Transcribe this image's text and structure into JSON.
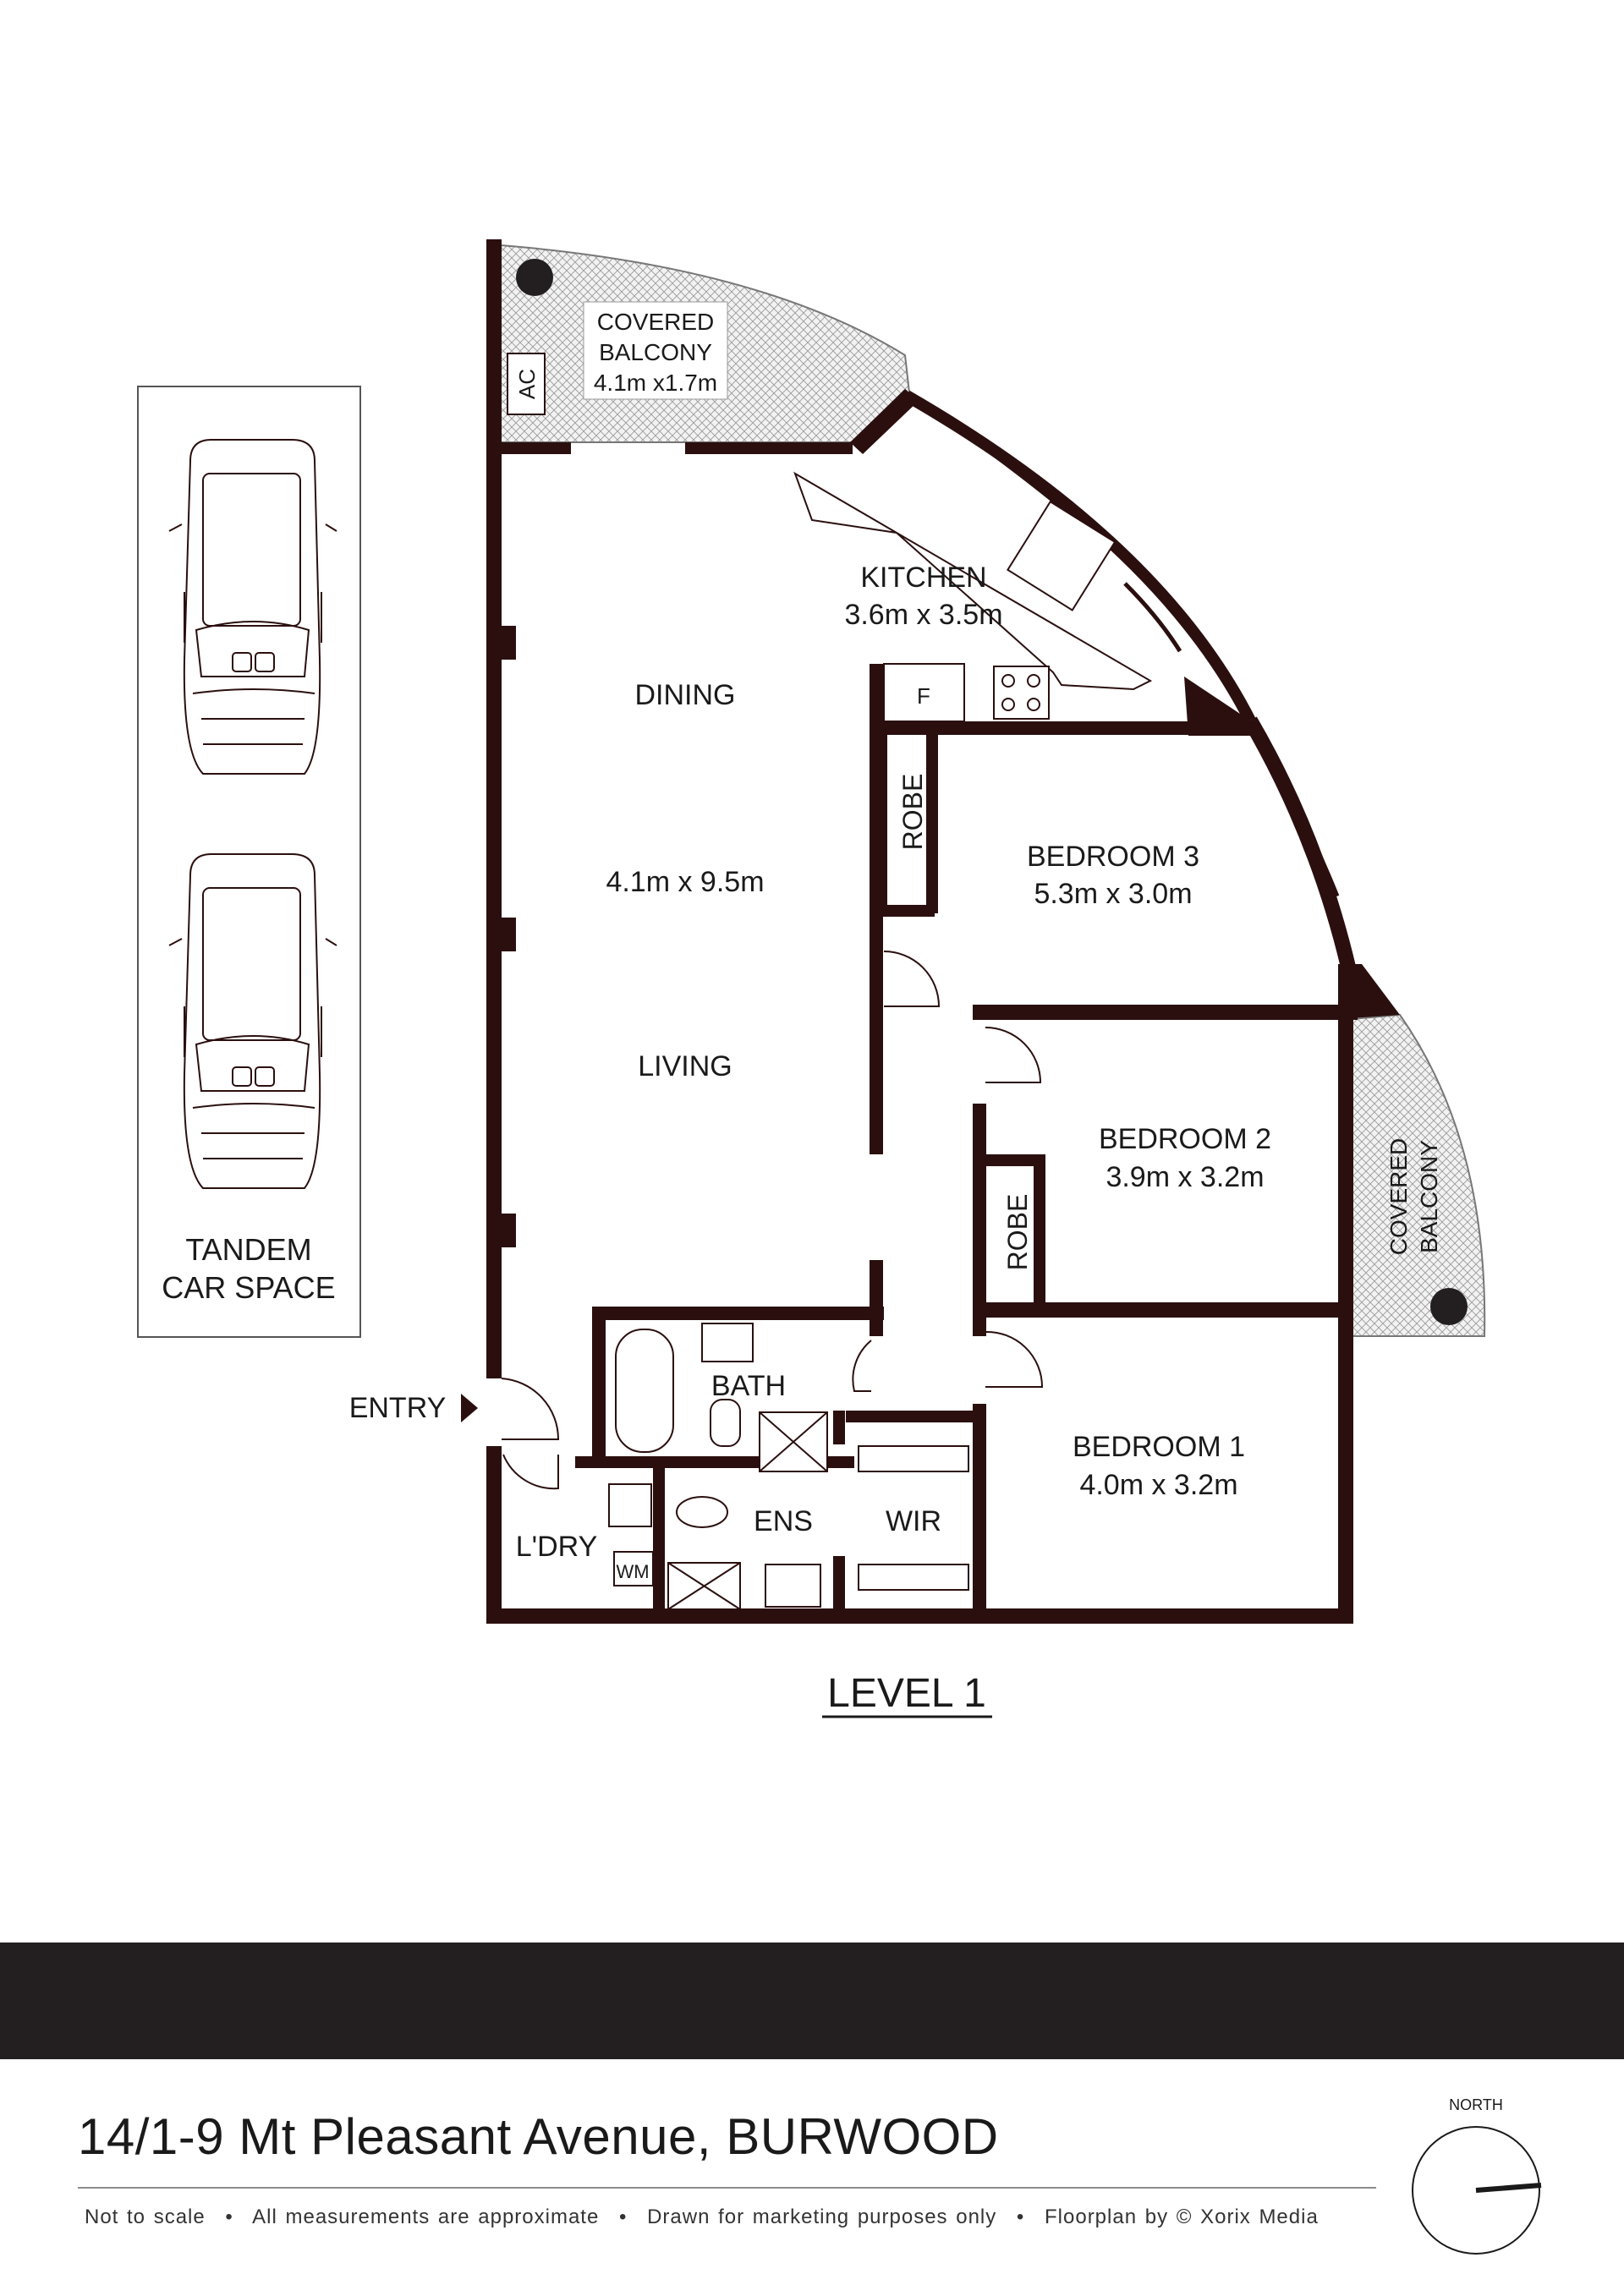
{
  "rooms": {
    "balcony_top": {
      "line1": "COVERED",
      "line2": "BALCONY",
      "size": "4.1m x1.7m"
    },
    "ac": "AC",
    "kitchen": {
      "name": "KITCHEN",
      "size": "3.6m x 3.5m"
    },
    "fridge": "F",
    "dining": "DINING",
    "dining_living_size": "4.1m x 9.5m",
    "living": "LIVING",
    "robe_bed3": "ROBE",
    "bedroom3": {
      "name": "BEDROOM 3",
      "size": "5.3m x 3.0m"
    },
    "bedroom2": {
      "name": "BEDROOM 2",
      "size": "3.9m x 3.2m"
    },
    "robe_bed2": "ROBE",
    "balcony_side": {
      "line1": "COVERED",
      "line2": "BALCONY"
    },
    "bath": "BATH",
    "bedroom1": {
      "name": "BEDROOM 1",
      "size": "4.0m x 3.2m"
    },
    "laundry": "L'DRY",
    "washing_machine": "WM",
    "ensuite": "ENS",
    "wir": "WIR",
    "entry": "ENTRY",
    "car_space": {
      "line1": "TANDEM",
      "line2": "CAR SPACE"
    }
  },
  "level": "LEVEL 1",
  "footer": {
    "address": "14/1-9 Mt Pleasant Avenue, BURWOOD",
    "disclaimer": [
      "Not to scale",
      "All measurements are approximate",
      "Drawn for marketing purposes only",
      "Floorplan by © Xorix Media"
    ],
    "separator": "•"
  },
  "compass": {
    "label": "NORTH"
  },
  "colors": {
    "wall": "#2b0f0f",
    "band": "#231f20"
  }
}
